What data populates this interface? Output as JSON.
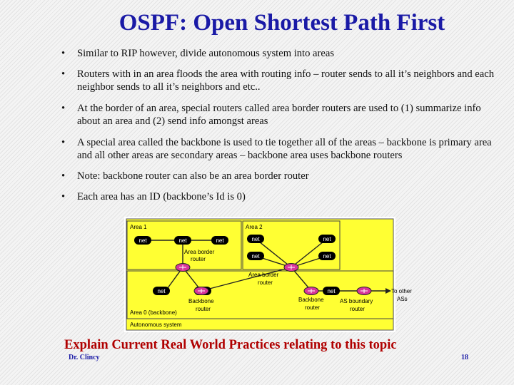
{
  "slide": {
    "title": "OSPF: Open Shortest Path First",
    "bullets": [
      "Similar to RIP however, divide autonomous system into areas",
      "Routers with in an area floods the area with routing info – router sends to all it’s neighbors and each neighbor sends to all it’s neighbors and etc..",
      "At the border of an area, special routers called area border routers are used to (1) summarize info about an area and (2) send info amongst areas",
      "A special area called the backbone is used to tie together all of the areas – backbone is primary area and all other areas are secondary areas – backbone area uses backbone routers",
      "Note: backbone router can also be an area border router",
      "Each area has an ID (backbone’s Id is 0)"
    ],
    "bullet_symbol": "•",
    "question": "Explain Current Real World Practices relating to this topic",
    "author": "Dr. Clincy",
    "page_number": "18"
  },
  "diagram": {
    "area1": "Area 1",
    "area2": "Area 2",
    "area0": "Area 0 (backbone)",
    "autonomous_system": "Autonomous system",
    "net": "net",
    "area_border_router": [
      "Area border",
      "router"
    ],
    "backbone_router": [
      "Backbone",
      "router"
    ],
    "as_boundary_router": [
      "AS boundary",
      "router"
    ],
    "to_other": [
      "To other",
      "ASs"
    ]
  },
  "colors": {
    "title": "#1a1aa6",
    "question": "#b00000",
    "area_fill": "#ffff33",
    "router_fill": "#d9359a",
    "net_fill": "#000000"
  }
}
